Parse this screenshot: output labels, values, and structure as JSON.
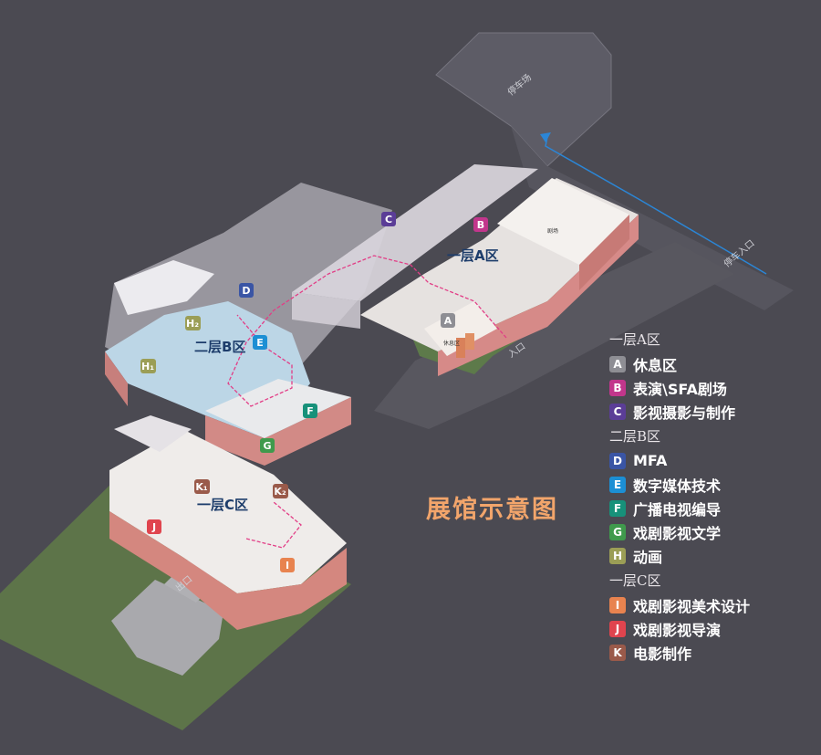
{
  "title": "展馆示意图",
  "map": {
    "parking": "停车场",
    "parking_entrance": "停车入口",
    "entrance": "入口",
    "exit": "出口",
    "zone_a": "一层A区",
    "zone_b": "二层B区",
    "zone_c": "一层C区",
    "theatre": "剧场",
    "rest_area": "休息区",
    "h1": "H₁",
    "h2": "H₂",
    "k1": "K₁",
    "k2": "K₂"
  },
  "legend": {
    "sections": [
      {
        "title": "一层A区",
        "items": [
          {
            "letter": "A",
            "label": "休息区",
            "color": "#8e8e94"
          },
          {
            "letter": "B",
            "label": "表演\\SFA剧场",
            "color": "#c2368c"
          },
          {
            "letter": "C",
            "label": "影视摄影与制作",
            "color": "#5b3d97"
          }
        ]
      },
      {
        "title": "二层B区",
        "items": [
          {
            "letter": "D",
            "label": "MFA",
            "color": "#3a55a5"
          },
          {
            "letter": "E",
            "label": "数字媒体技术",
            "color": "#1c8fd4"
          },
          {
            "letter": "F",
            "label": "广播电视编导",
            "color": "#17917a"
          },
          {
            "letter": "G",
            "label": "戏剧影视文学",
            "color": "#3f9a4c"
          },
          {
            "letter": "H",
            "label": "动画",
            "color": "#9b9e56"
          }
        ]
      },
      {
        "title": "一层C区",
        "items": [
          {
            "letter": "I",
            "label": "戏剧影视美术设计",
            "color": "#e8834f"
          },
          {
            "letter": "J",
            "label": "戏剧影视导演",
            "color": "#e0444e"
          },
          {
            "letter": "K",
            "label": "电影制作",
            "color": "#9a5a4a"
          }
        ]
      }
    ]
  }
}
